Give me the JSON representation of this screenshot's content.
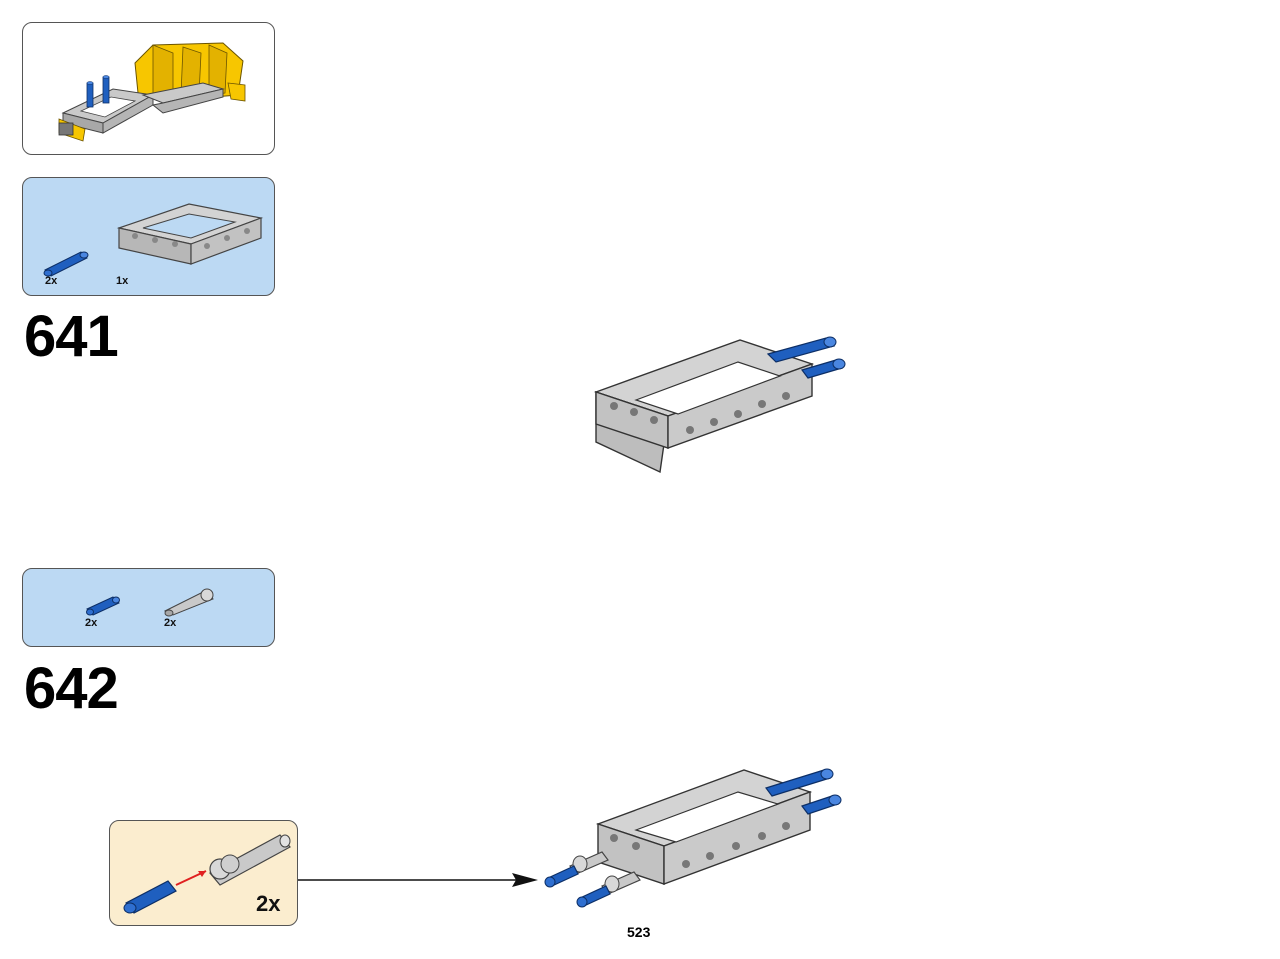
{
  "prev_step_preview": {
    "description_icon": "yellow-plow-assembly-icon"
  },
  "step_641": {
    "number": "641",
    "parts": [
      {
        "icon": "blue-axle-pin-icon",
        "qty": "2x"
      },
      {
        "icon": "gray-5x7-frame-icon",
        "qty": "1x"
      }
    ]
  },
  "step_642": {
    "number": "642",
    "parts": [
      {
        "icon": "blue-pin-icon",
        "qty": "2x"
      },
      {
        "icon": "gray-axle-connector-icon",
        "qty": "2x"
      }
    ],
    "subassembly": {
      "qty": "2x"
    }
  },
  "page_number": "523",
  "colors": {
    "parts_bg": "#bcd9f3",
    "sub_bg": "#fbedcf",
    "frame_gray": "#c9c9c9",
    "pin_blue": "#1f5fbf",
    "arrow_red": "#e02020",
    "plow_yellow": "#f7c600"
  }
}
